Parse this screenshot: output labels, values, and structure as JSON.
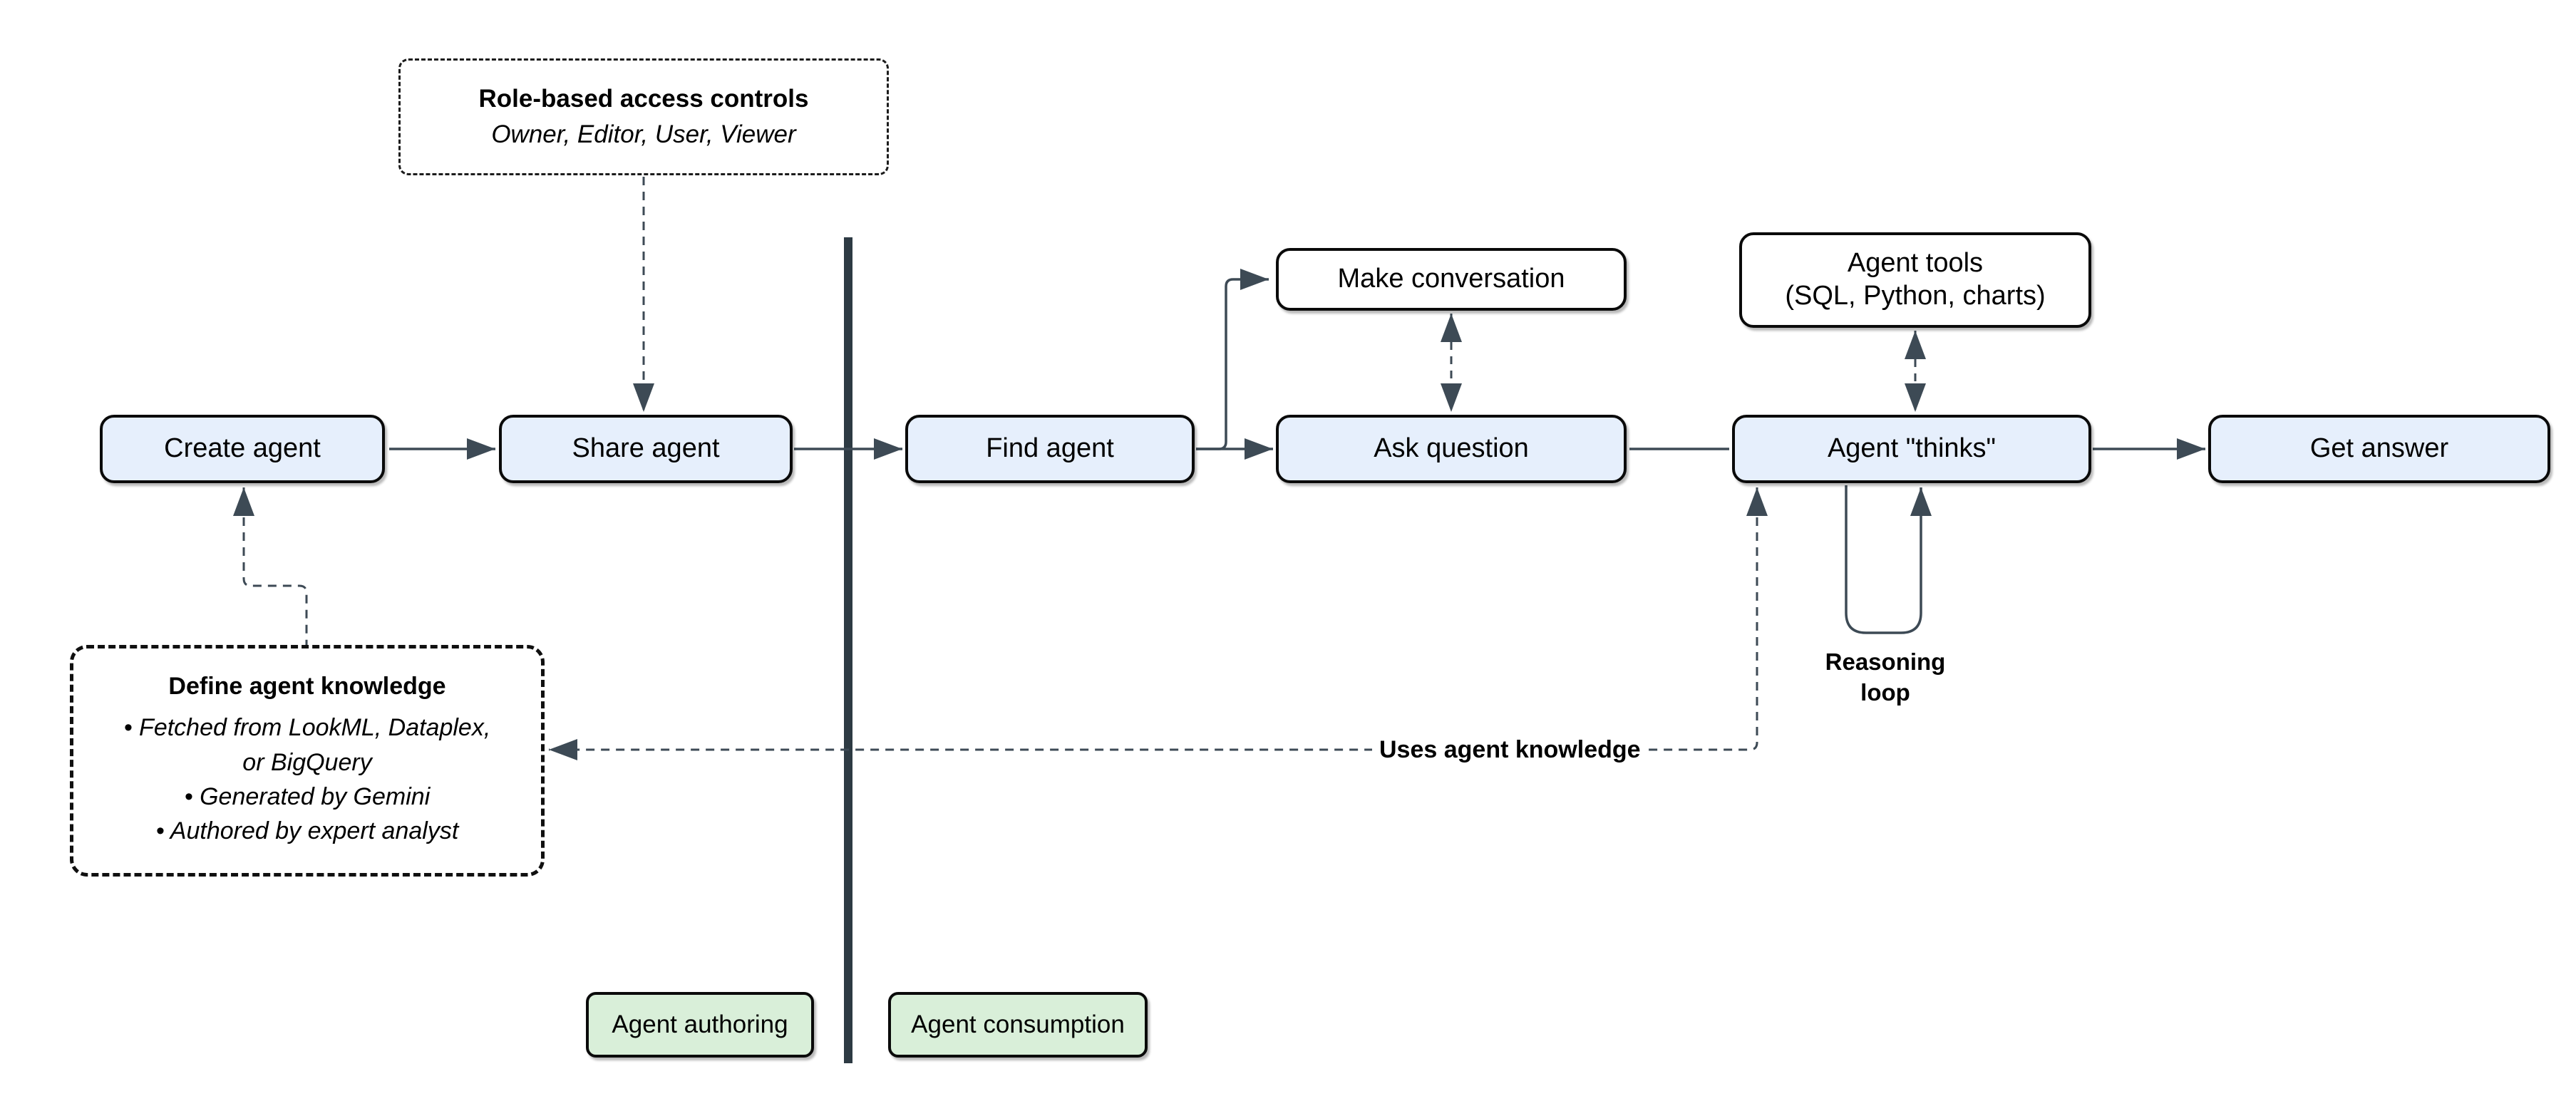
{
  "diagram": {
    "nodes": {
      "create_agent": {
        "label": "Create agent"
      },
      "share_agent": {
        "label": "Share agent"
      },
      "find_agent": {
        "label": "Find agent"
      },
      "make_conversation": {
        "label": "Make conversation"
      },
      "ask_question": {
        "label": "Ask question"
      },
      "agent_tools": {
        "line1": "Agent tools",
        "line2": "(SQL, Python, charts)"
      },
      "agent_thinks": {
        "label": "Agent \"thinks\""
      },
      "get_answer": {
        "label": "Get answer"
      }
    },
    "notes": {
      "rbac": {
        "title": "Role-based access controls",
        "subtitle": "Owner, Editor, User, Viewer"
      },
      "knowledge": {
        "title": "Define agent knowledge",
        "bullets": [
          "• Fetched from LookML, Dataplex, or BigQuery",
          "• Generated by Gemini",
          "• Authored by expert analyst"
        ]
      }
    },
    "labels": {
      "reasoning_loop_line1": "Reasoning",
      "reasoning_loop_line2": "loop",
      "uses_agent_knowledge": "Uses agent knowledge",
      "agent_authoring": "Agent authoring",
      "agent_consumption": "Agent consumption"
    },
    "colors": {
      "node_fill": "#e6effc",
      "note_fill": "#ffffff",
      "badge_fill": "#d9efd9",
      "stroke": "#0a0a0a",
      "connector": "#3d4a55",
      "divider": "#2d3a43"
    }
  }
}
